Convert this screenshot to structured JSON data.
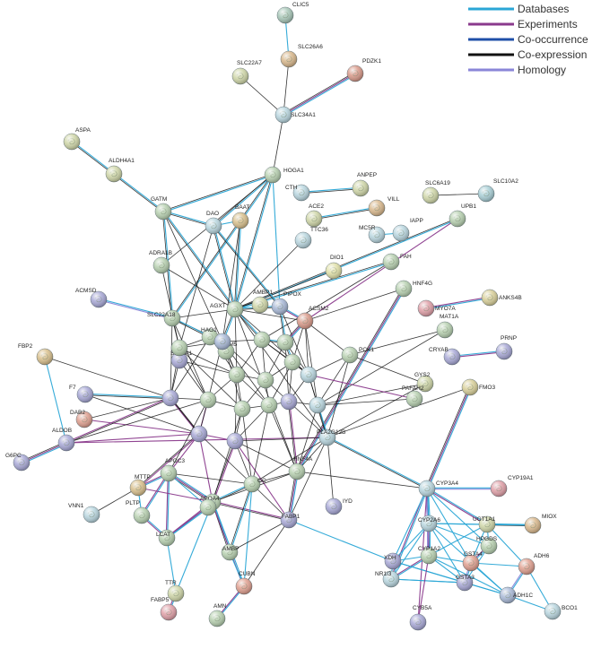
{
  "legend": [
    {
      "label": "Databases",
      "color": "#2aa6d6"
    },
    {
      "label": "Experiments",
      "color": "#8a3a8c"
    },
    {
      "label": "Co-occurrence",
      "color": "#1f4fa8"
    },
    {
      "label": "Co-expression",
      "color": "#111111"
    },
    {
      "label": "Homology",
      "color": "#8a86d8"
    }
  ],
  "nodes": [
    {
      "id": "CLIC5",
      "label": "CLIC5",
      "color": "#a9c8b9"
    },
    {
      "id": "SLC26A6",
      "label": "SLC26A6",
      "color": "#d9b88d"
    },
    {
      "id": "PDZK1",
      "label": "PDZK1",
      "color": "#d99a8a"
    },
    {
      "id": "SLC22A7",
      "label": "SLC22A7",
      "color": "#cfd6a8"
    },
    {
      "id": "SLC34A1",
      "label": "SLC34A1",
      "color": "#b9d6df"
    },
    {
      "id": "ASPA",
      "label": "ASPA",
      "color": "#cfd6a8"
    },
    {
      "id": "ALDH4A1",
      "label": "ALDH4A1",
      "color": "#cfd6a8"
    },
    {
      "id": "HOGA1",
      "label": "HOGA1",
      "color": "#b7d0b0"
    },
    {
      "id": "GATM",
      "label": "GATM",
      "color": "#b7d0b0"
    },
    {
      "id": "DAO",
      "label": "DAO",
      "color": "#b9d6df"
    },
    {
      "id": "BAAT",
      "label": "BAAT",
      "color": "#d9c08d"
    },
    {
      "id": "CTH",
      "label": "CTH",
      "color": "#b9d6df"
    },
    {
      "id": "ANPEP",
      "label": "ANPEP",
      "color": "#cfd6a8"
    },
    {
      "id": "ACE2",
      "label": "ACE2",
      "color": "#cfd6a8"
    },
    {
      "id": "VILL",
      "label": "VILL",
      "color": "#d9b88d"
    },
    {
      "id": "SLC6A19",
      "label": "SLC6A19",
      "color": "#cfd6a8"
    },
    {
      "id": "SLC10A2",
      "label": "SLC10A2",
      "color": "#a9cfd6"
    },
    {
      "id": "UPB1",
      "label": "UPB1",
      "color": "#b7d0b0"
    },
    {
      "id": "IAPP",
      "label": "IAPP",
      "color": "#b9d6df"
    },
    {
      "id": "MC5R",
      "label": "MC5R",
      "color": "#b9d6df"
    },
    {
      "id": "TTC36",
      "label": "TTC36",
      "color": "#b9d6df"
    },
    {
      "id": "FAH",
      "label": "FAH",
      "color": "#b7d0b0"
    },
    {
      "id": "DIO1",
      "label": "DIO1",
      "color": "#e0e0a8"
    },
    {
      "id": "ADRA1B",
      "label": "ADRA1B",
      "color": "#b7d0b0"
    },
    {
      "id": "HNF4G",
      "label": "HNF4G",
      "color": "#b7d0b0"
    },
    {
      "id": "ANKS4B",
      "label": "ANKS4B",
      "color": "#d9d09a"
    },
    {
      "id": "MYO7A",
      "label": "MYO7A",
      "color": "#e0a0a8"
    },
    {
      "id": "ACMSD",
      "label": "ACMSD",
      "color": "#a8a8d6"
    },
    {
      "id": "AGXT",
      "label": "AGXT",
      "color": "#b7d0b0"
    },
    {
      "id": "AMBP1",
      "label": "AMBP1",
      "color": "#cfd6a8"
    },
    {
      "id": "PIPOX",
      "label": "PIPOX",
      "color": "#a8b8d6"
    },
    {
      "id": "SLC22A18",
      "label": "SLC22A18",
      "color": "#b7d0b0"
    },
    {
      "id": "ACSM2",
      "label": "ACSM2",
      "color": "#d99a8a"
    },
    {
      "id": "MAT1A",
      "label": "MAT1A",
      "color": "#b7d0b0"
    },
    {
      "id": "PRNP",
      "label": "PRNP",
      "color": "#a8a8d6"
    },
    {
      "id": "CRYAB",
      "label": "CRYAB",
      "color": "#a8a8d6"
    },
    {
      "id": "PCK1",
      "label": "PCK1",
      "color": "#b7d0b0"
    },
    {
      "id": "FBP2",
      "label": "FBP2",
      "color": "#d9c08d"
    },
    {
      "id": "F7",
      "label": "F7",
      "color": "#a8a8d6"
    },
    {
      "id": "DAB2",
      "label": "DAB2",
      "color": "#e0a090"
    },
    {
      "id": "GYS2",
      "label": "GYS2",
      "color": "#cfd6a8"
    },
    {
      "id": "FMO3",
      "label": "FMO3",
      "color": "#d9d09a"
    },
    {
      "id": "PAFAH2",
      "label": "PAFAH2",
      "color": "#b7d0b0"
    },
    {
      "id": "ALDOB",
      "label": "ALDOB",
      "color": "#a8a8d6"
    },
    {
      "id": "G6PC",
      "label": "G6PC",
      "color": "#a8a8d6"
    },
    {
      "id": "PLA2G12B",
      "label": "PLA2G12B",
      "color": "#b9d6df"
    },
    {
      "id": "APOC3",
      "label": "APOC3",
      "color": "#b7d0b0"
    },
    {
      "id": "APOA4",
      "label": "APOA4",
      "color": "#b7d0b0"
    },
    {
      "id": "GC",
      "label": "GC",
      "color": "#b7d0b0"
    },
    {
      "id": "HNF4A",
      "label": "HNF4A",
      "color": "#b7d0b0"
    },
    {
      "id": "IYD",
      "label": "IYD",
      "color": "#a8a8d6"
    },
    {
      "id": "CYP3A4",
      "label": "CYP3A4",
      "color": "#b9d6df"
    },
    {
      "id": "CYP19A1",
      "label": "CYP19A1",
      "color": "#e0a0a8"
    },
    {
      "id": "MIOX",
      "label": "MIOX",
      "color": "#d9b88d"
    },
    {
      "id": "VNN1",
      "label": "VNN1",
      "color": "#b9d6df"
    },
    {
      "id": "PLTP",
      "label": "PLTP",
      "color": "#b7d0b0"
    },
    {
      "id": "LCAT",
      "label": "LCAT",
      "color": "#b7d0b0"
    },
    {
      "id": "MTTP",
      "label": "MTTP",
      "color": "#d9c08d"
    },
    {
      "id": "FABP1",
      "label": "FABP1",
      "color": "#a8a8d6"
    },
    {
      "id": "AMBP",
      "label": "AMBP",
      "color": "#b7d0b0"
    },
    {
      "id": "CYP2A6",
      "label": "CYP2A6",
      "color": "#b9d6df"
    },
    {
      "id": "UGT1A1",
      "label": "UGT1A1",
      "color": "#cfd6a8"
    },
    {
      "id": "HPGDS",
      "label": "HPGDS",
      "color": "#b7d0b0"
    },
    {
      "id": "GSTA4",
      "label": "GSTA4",
      "color": "#e0a090"
    },
    {
      "id": "XDH",
      "label": "XDH",
      "color": "#a8a8d6"
    },
    {
      "id": "CYP1A2",
      "label": "CYP1A2",
      "color": "#b7d0b0"
    },
    {
      "id": "NR1I3",
      "label": "NR1I3",
      "color": "#b9d6df"
    },
    {
      "id": "GSTA3",
      "label": "GSTA3",
      "color": "#a8a8d6"
    },
    {
      "id": "ADH6",
      "label": "ADH6",
      "color": "#e0a090"
    },
    {
      "id": "ADH1C",
      "label": "ADH1C",
      "color": "#a8b8d6"
    },
    {
      "id": "TTR",
      "label": "TTR",
      "color": "#cfd6a8"
    },
    {
      "id": "CUBN",
      "label": "CUBN",
      "color": "#e0a090"
    },
    {
      "id": "AMN",
      "label": "AMN",
      "color": "#b7d0b0"
    },
    {
      "id": "FABP5",
      "label": "FABP5",
      "color": "#e0a0a8"
    },
    {
      "id": "BCO1",
      "label": "BCO1",
      "color": "#b9d6df"
    },
    {
      "id": "CYB5A",
      "label": "CYB5A",
      "color": "#a8a8d6"
    },
    {
      "id": "HAO1",
      "label": "HAO1",
      "color": "#b7d0b0"
    },
    {
      "id": "ACSM5",
      "label": "ACSM5",
      "color": "#b7d0b0"
    },
    {
      "id": "SLC3A1",
      "label": "SLC3A1",
      "color": "#a8a8d6"
    },
    {
      "id": "CUBN2",
      "label": "",
      "color": "#b7d0b0"
    },
    {
      "id": "C1",
      "label": "",
      "color": "#b7d0b0"
    },
    {
      "id": "C2",
      "label": "",
      "color": "#a8b8d6"
    },
    {
      "id": "C3",
      "label": "",
      "color": "#b7d0b0"
    },
    {
      "id": "C4",
      "label": "",
      "color": "#b7d0b0"
    },
    {
      "id": "C5",
      "label": "",
      "color": "#b7d0b0"
    },
    {
      "id": "C6",
      "label": "",
      "color": "#b9d6df"
    },
    {
      "id": "C7",
      "label": "",
      "color": "#b7d0b0"
    },
    {
      "id": "C8",
      "label": "",
      "color": "#a8a8d6"
    },
    {
      "id": "C9",
      "label": "",
      "color": "#b9d6df"
    },
    {
      "id": "C10",
      "label": "",
      "color": "#a8a8d6"
    },
    {
      "id": "C11",
      "label": "",
      "color": "#a8a8d6"
    },
    {
      "id": "C12",
      "label": "",
      "color": "#b7d0b0"
    },
    {
      "id": "C13",
      "label": "",
      "color": "#b7d0b0"
    },
    {
      "id": "C14",
      "label": "",
      "color": "#a8a8d6"
    },
    {
      "id": "C15",
      "label": "",
      "color": "#b7d0b0"
    },
    {
      "id": "C16",
      "label": "",
      "color": "#b7d0b0"
    }
  ]
}
